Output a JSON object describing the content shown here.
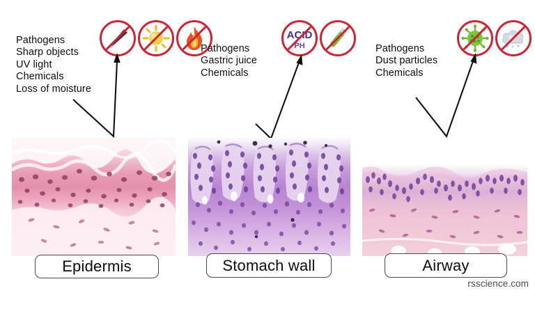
{
  "watermark": "rsscience.com",
  "groups": [
    {
      "id": "epidermis",
      "caption": "Epidermis",
      "hazards": [
        "Pathogens",
        "Sharp objects",
        "UV light",
        "Chemicals",
        "Loss of moisture"
      ],
      "icons": [
        {
          "name": "no-sharp-objects-icon",
          "glyph": "knife"
        },
        {
          "name": "no-uv-light-icon",
          "glyph": "sun"
        },
        {
          "name": "no-fire-icon",
          "glyph": "flame"
        }
      ],
      "tissue_name": "epidermis-histology-image"
    },
    {
      "id": "stomach",
      "caption": "Stomach wall",
      "hazards": [
        "Pathogens",
        "Gastric juice",
        "Chemicals"
      ],
      "icons": [
        {
          "name": "no-acid-icon",
          "glyph": "acid",
          "label_top": "ACID",
          "label_bottom": "PH"
        },
        {
          "name": "no-chemicals-icon",
          "glyph": "test-tube"
        }
      ],
      "tissue_name": "stomach-wall-histology-image"
    },
    {
      "id": "airway",
      "caption": "Airway",
      "hazards": [
        "Pathogens",
        "Dust particles",
        "Chemicals"
      ],
      "icons": [
        {
          "name": "no-pathogens-icon",
          "glyph": "virus"
        },
        {
          "name": "no-dust-particles-icon",
          "glyph": "dust"
        }
      ],
      "tissue_name": "airway-histology-image"
    }
  ],
  "colors": {
    "prohibition_red": "#cf2233",
    "acid_text": "#3b2fa8",
    "ph_text": "#6b3fb5",
    "virus_green": "#63b32e",
    "dust_grey": "#c9d2db",
    "flame_orange": "#ef7622",
    "sun_yellow": "#f5c43a",
    "text": "#0d0d0d"
  }
}
